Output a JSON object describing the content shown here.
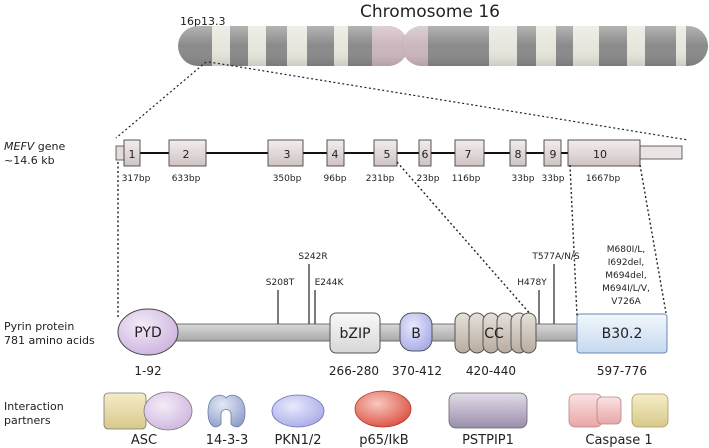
{
  "chromosome": {
    "title": "Chromosome 16",
    "band": "16p13.3"
  },
  "gene": {
    "name": "MEFV",
    "name_suffix": " gene",
    "size": "~14.6 kb",
    "exons": [
      {
        "number": "1",
        "length": "317bp"
      },
      {
        "number": "2",
        "length": "633bp"
      },
      {
        "number": "3",
        "length": "350bp"
      },
      {
        "number": "4",
        "length": "96bp"
      },
      {
        "number": "5",
        "length": "231bp"
      },
      {
        "number": "6",
        "length": "23bp"
      },
      {
        "number": "7",
        "length": "116bp"
      },
      {
        "number": "8",
        "length": "33bp"
      },
      {
        "number": "9",
        "length": "33bp"
      },
      {
        "number": "10",
        "length": "1667bp"
      }
    ]
  },
  "protein": {
    "label_line1": "Pyrin protein",
    "label_line2": "781 amino acids",
    "domains": [
      {
        "name": "PYD",
        "range": "1-92",
        "color": "#dcc8e8"
      },
      {
        "name": "bZIP",
        "range": "266-280",
        "color": "#ececec"
      },
      {
        "name": "B",
        "range": "370-412",
        "color": "#c4c6f0"
      },
      {
        "name": "CC",
        "range": "420-440",
        "color": "#cfc6bd"
      },
      {
        "name": "B30.2",
        "range": "597-776",
        "color": "#dce8f6"
      }
    ],
    "mutations": {
      "s208t": "S208T",
      "s242r": "S242R",
      "e244k": "E244K",
      "h478y": "H478Y",
      "t577": "T577A/N/S",
      "b30_lines": [
        "M680I/L,",
        "I692del,",
        "M694del,",
        "M694I/L/V,",
        "V726A"
      ]
    }
  },
  "partners": {
    "label_line1": "Interaction",
    "label_line2": "partners",
    "items": [
      "ASC",
      "14-3-3",
      "PKN1/2",
      "p65/IkB",
      "PSTPIP1",
      "Caspase 1"
    ]
  },
  "colors": {
    "chrom_dark": "#8a8a8a",
    "chrom_light": "#e6e6dc",
    "centromere": "#cbb6bc",
    "exon_fill": "#ddd3d3",
    "backbone": "#c4c4c4",
    "asc_square": "#e7dcaa",
    "asc_circle": "#dcc8e8",
    "p1433": "#b3bfdb",
    "pkn": "#c4c6f0",
    "p65": "#e65a50",
    "pstpip1": "#b8aec4",
    "caspase_pink": "#f2c2c2",
    "caspase_yellow": "#e7dcaa"
  }
}
